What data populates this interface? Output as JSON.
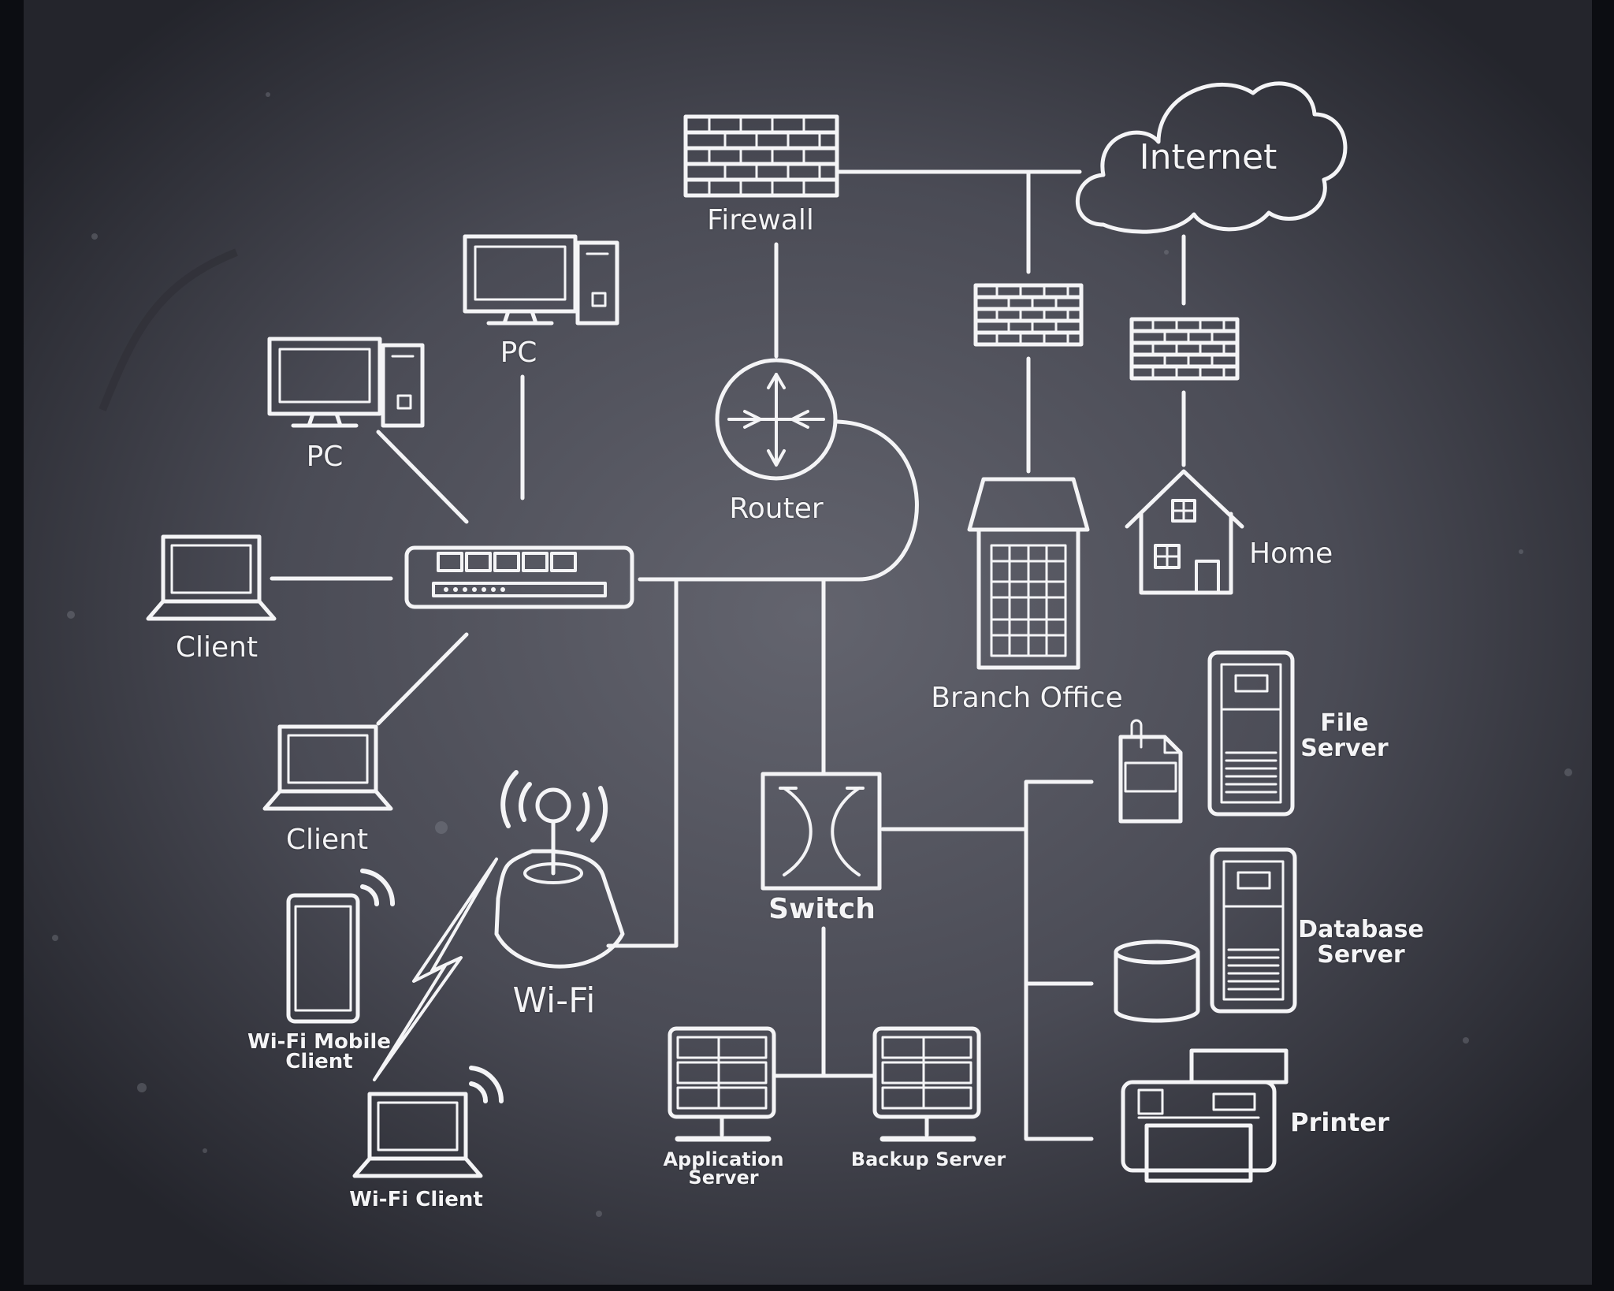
{
  "colors": {
    "board": "#4b4c56",
    "board_edge": "#0c0d12",
    "chalk": "#f4f4f6"
  },
  "nodes": {
    "firewall": {
      "label": "Firewall"
    },
    "internet": {
      "label": "Internet"
    },
    "pc_top": {
      "label": "PC"
    },
    "pc_left": {
      "label": "PC"
    },
    "router": {
      "label": "Router"
    },
    "client_left": {
      "label": "Client"
    },
    "client_bottom": {
      "label": "Client"
    },
    "home": {
      "label": "Home"
    },
    "branch_office": {
      "label": "Branch Office"
    },
    "file_server": {
      "label": "File Server",
      "line1": "File",
      "line2": "Server"
    },
    "database_server": {
      "label": "Database Server",
      "line1": "Database",
      "line2": "Server"
    },
    "switch": {
      "label": "Switch"
    },
    "wifi": {
      "label": "Wi-Fi"
    },
    "wifi_mobile_client": {
      "label": "Wi-Fi Mobile Client",
      "line1": "Wi-Fi Mobile",
      "line2": "Client"
    },
    "wifi_client": {
      "label": "Wi-Fi Client"
    },
    "application_server": {
      "label": "Application Server",
      "line1": "Application",
      "line2": "Server"
    },
    "backup_server": {
      "label": "Backup Server"
    },
    "printer": {
      "label": "Printer"
    }
  },
  "icons": [
    "firewall-icon",
    "cloud-icon",
    "desktop-pc-icon",
    "router-icon",
    "hub-icon",
    "laptop-icon",
    "house-icon",
    "office-building-icon",
    "file-server-icon",
    "document-icon",
    "database-server-icon",
    "database-icon",
    "switch-icon",
    "wifi-access-point-icon",
    "mobile-phone-icon",
    "lightning-icon",
    "server-rack-icon",
    "printer-icon"
  ]
}
